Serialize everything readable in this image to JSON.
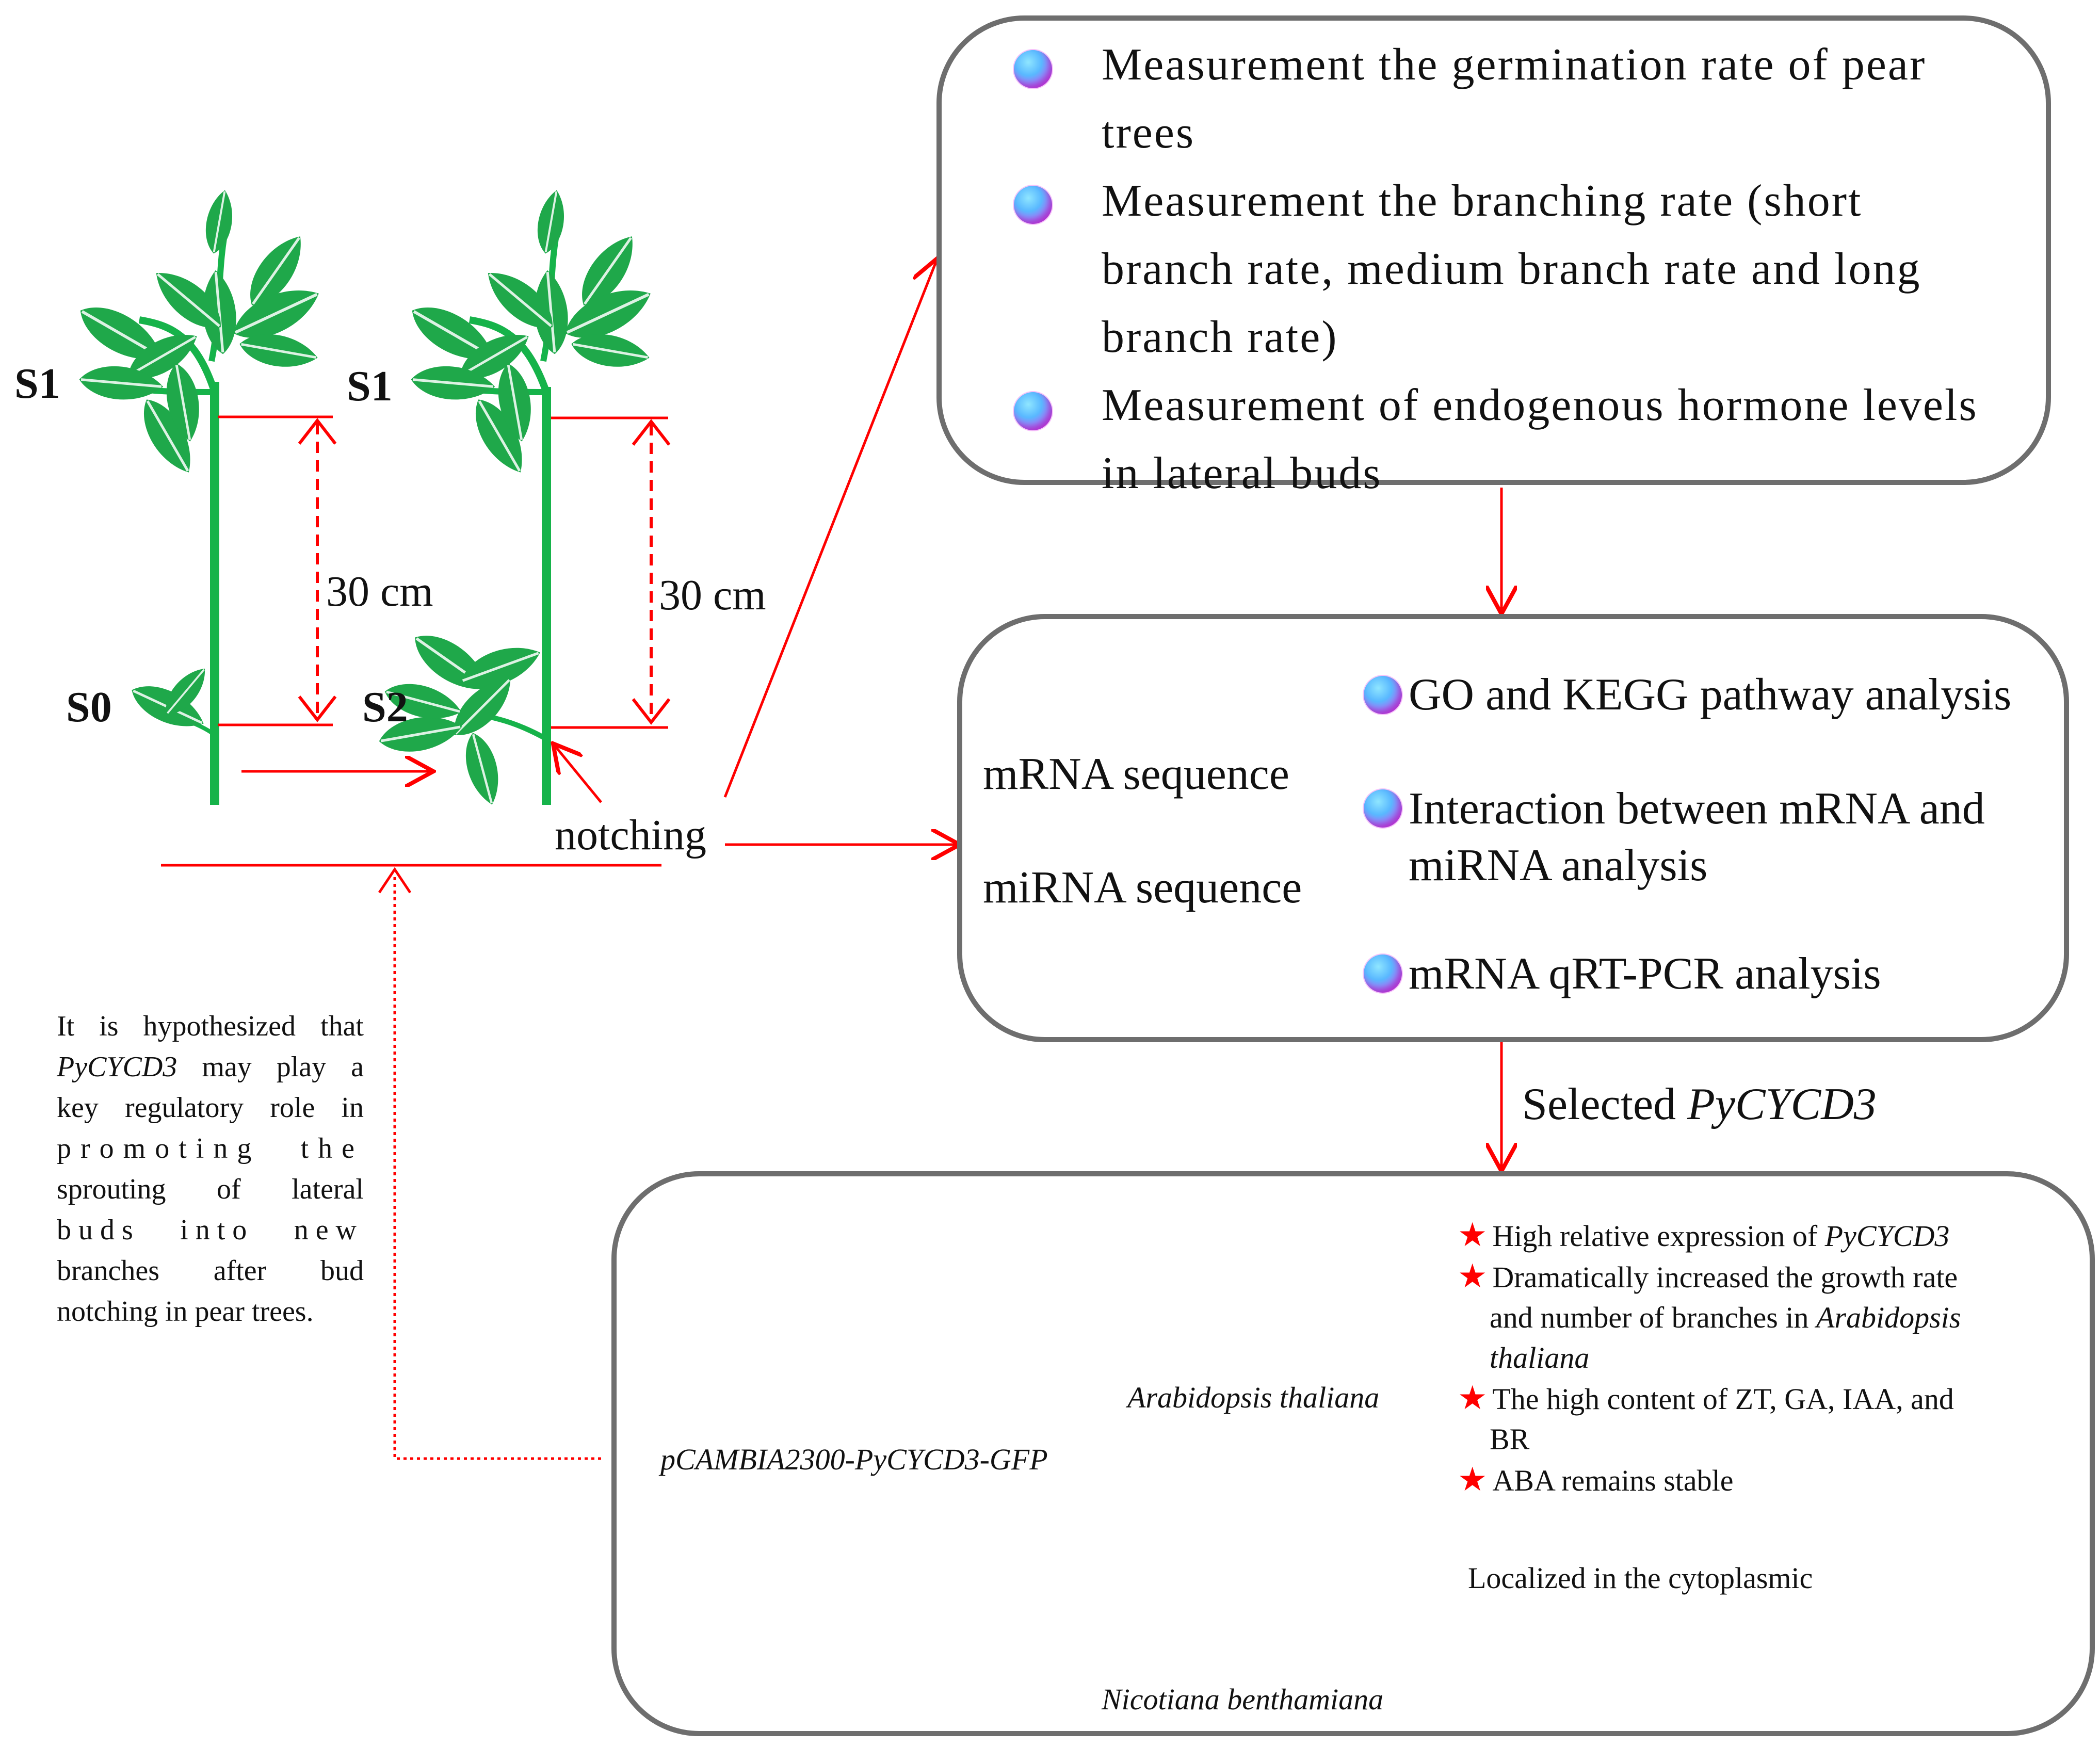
{
  "stem_labels": {
    "s1_left": "S1",
    "s1_right": "S1",
    "s0": "S0",
    "s2": "S2"
  },
  "distance_left": "30 cm",
  "distance_right": "30 cm",
  "notching_label": "notching",
  "hypothesis": {
    "lines": [
      "It is hypothesized that",
      "PyCYCD3 may play a",
      "key regulatory role in",
      "promoting the",
      "sprouting of lateral",
      "buds into new",
      "branches after bud",
      "notching in pear trees."
    ],
    "gene_italic": "PyCYCD3"
  },
  "measurements": [
    {
      "line1": "Measurement the germination rate of pear",
      "line2": "trees"
    },
    {
      "line1": "Measurement the branching rate (short",
      "line2": "branch rate, medium branch rate and long",
      "line3": "branch rate)"
    },
    {
      "line1": "Measurement of endogenous hormone levels",
      "line2": "in lateral buds"
    }
  ],
  "sequencing": {
    "mrna": "mRNA sequence",
    "mirna": "miRNA sequence",
    "analyses": [
      {
        "line1": "GO and KEGG pathway analysis"
      },
      {
        "line1": "Interaction between mRNA and",
        "line2": "miRNA analysis"
      },
      {
        "line1": "mRNA qRT-PCR analysis"
      }
    ]
  },
  "selected": {
    "prefix": "Selected ",
    "gene": "PyCYCD3"
  },
  "transgenic": {
    "construct": "pCAMBIA2300-PyCYCD3-GFP",
    "arabidopsis": "Arabidopsis thaliana",
    "nicotiana": "Nicotiana benthamiana",
    "results": {
      "r1_text": "High relative expression of ",
      "r1_gene": "PyCYCD3",
      "r2_line1": "Dramatically increased the growth rate",
      "r2_line2_prefix": "and number of branches in ",
      "r2_line2_species": "Arabidopsis",
      "r2_line3_species": "thaliana",
      "r3_line1": "The high content of ZT, GA, IAA, and",
      "r3_line2": "BR",
      "r4": "ABA remains stable"
    },
    "localization": "Localized in the cytoplasmic"
  },
  "colors": {
    "arrow": "#ff0000",
    "box_border": "#6e6e6e",
    "stem": "#16b34a",
    "leaf": "#1fa84a",
    "bracket": "#7a2a8c"
  },
  "icons": [
    "bullet-orb-icon",
    "star-icon",
    "arabidopsis-rosette-icon",
    "tobacco-plant-icon",
    "pear-seedling-icon"
  ]
}
